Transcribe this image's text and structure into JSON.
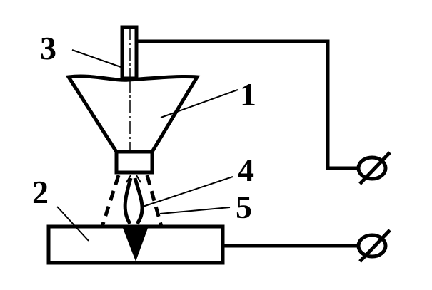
{
  "labels": {
    "funnel": "1",
    "workpiece": "2",
    "electrode": "3",
    "arc": "4",
    "flux_stream": "5"
  },
  "colors": {
    "stroke": "#000000",
    "background": "#ffffff"
  }
}
